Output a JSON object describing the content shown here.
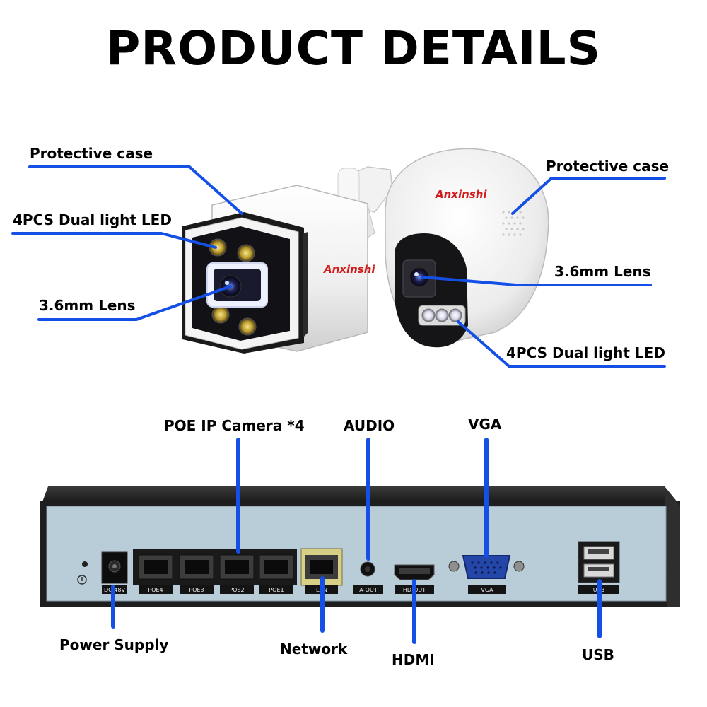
{
  "title": "PRODUCT DETAILS",
  "bullet_camera": {
    "brand": "Anxinshi",
    "labels": {
      "protective_case": "Protective case",
      "led": "4PCS Dual light LED",
      "lens": "3.6mm Lens"
    }
  },
  "dome_camera": {
    "brand": "Anxinshi",
    "labels": {
      "protective_case": "Protective case",
      "lens": "3.6mm Lens",
      "led": "4PCS Dual light LED"
    }
  },
  "nvr": {
    "callouts": {
      "poe_camera": "POE IP Camera *4",
      "audio": "AUDIO",
      "vga": "VGA",
      "power_supply": "Power Supply",
      "network": "Network",
      "hdmi": "HDMI",
      "usb": "USB"
    },
    "port_labels": {
      "dc": "DC 48V",
      "poe4": "POE4",
      "poe3": "POE3",
      "poe2": "POE2",
      "poe1": "POE1",
      "lan": "LAN",
      "aout": "A-OUT",
      "hdmi_out": "HD-OUT",
      "vga": "VGA",
      "usb": "USB"
    }
  },
  "colors": {
    "callout_line": "#1450e6",
    "nvr_panel": "#b9cdd8",
    "nvr_frame": "#1e1e1e"
  }
}
